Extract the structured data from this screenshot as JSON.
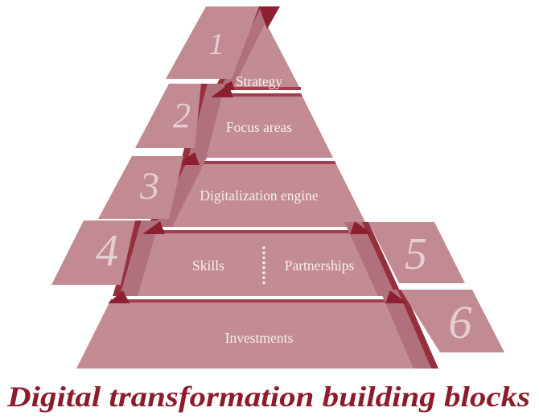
{
  "title": "Digital transformation building blocks",
  "pyramid": {
    "levels": [
      {
        "label": "Strategy",
        "number": "1"
      },
      {
        "label": "Focus areas",
        "number": "2"
      },
      {
        "label": "Digitalization engine",
        "number": "3"
      },
      {
        "label_left": "Skills",
        "label_right": "Partnerships",
        "number_left": "4",
        "number_right": "5"
      },
      {
        "label": "Investments",
        "number": "6"
      }
    ]
  },
  "colors": {
    "face": "#c38b94",
    "fold": "#b1717c",
    "fold_edge": "#96303f",
    "crease": "#a13e4c",
    "wedge": "#8c1f30",
    "number_text": "#e7cdd3",
    "label_text": "#f7eff0",
    "title_text": "#8c1c2b"
  }
}
